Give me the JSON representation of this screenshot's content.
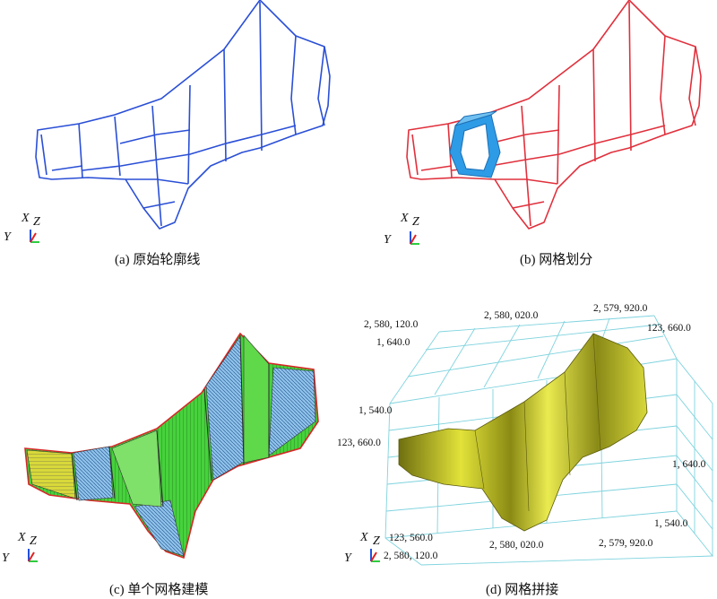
{
  "panels": [
    {
      "caption": "(a) 原始轮廓线"
    },
    {
      "caption": "(b) 网格划分"
    },
    {
      "caption": "(c) 单个网格建模"
    },
    {
      "caption": "(d) 网格拼接"
    }
  ],
  "axes_triad": {
    "x": "X",
    "y": "Y",
    "z": "Z"
  },
  "panel_d_ticks": {
    "top": [
      "2, 580, 120.0",
      "2, 580, 020.0",
      "2, 579, 920.0"
    ],
    "top_left_z": "1, 640.0",
    "mid_left_z": "1, 540.0",
    "left_y": "123, 660.0",
    "top_right_y": "123, 660.0",
    "right_z_top": "1, 640.0",
    "right_z_bottom": "1, 540.0",
    "bottom_left_y": "123, 560.0",
    "bottom": [
      "2, 580, 120.0",
      "2, 580, 020.0",
      "2, 579, 920.0"
    ]
  },
  "colors": {
    "contour_a": "#2a4fd6",
    "contour_b": "#e0303c",
    "cube_b": "#2e9be6",
    "mesh_green": "#46d23c",
    "mesh_blue": "#5f9fd8",
    "surface_yellow": "#c8c81e",
    "grid_cyan": "#7fd3de"
  }
}
